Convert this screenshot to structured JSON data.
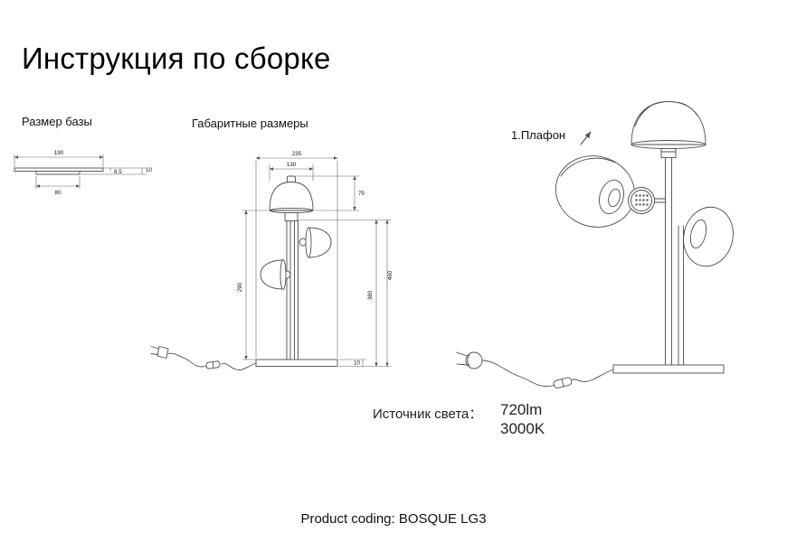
{
  "page": {
    "title": "Инструкция по сборке"
  },
  "sections": {
    "base": {
      "label": "Размер базы",
      "dims": {
        "width": "190",
        "inner_width": "80",
        "plate_thickness": "8.5",
        "total_thickness": "10"
      }
    },
    "overall": {
      "label": "Габаритные размеры",
      "dims": {
        "width": "235",
        "shade_width": "130",
        "shade_height": "75",
        "lower_shade_height": "290",
        "upper_height": "380",
        "total_height": "460",
        "base_thickness": "10"
      }
    },
    "assembly": {
      "plafond_label": "1.Плафон"
    }
  },
  "light_source": {
    "label": "Источник света：",
    "lumens": "720lm",
    "color_temperature": "3000K"
  },
  "footer": {
    "product_coding": "Product coding: BOSQUE LG3"
  },
  "colors": {
    "background": "#ffffff",
    "ink": "#1a1a1a",
    "line": "#4d4d4d"
  }
}
